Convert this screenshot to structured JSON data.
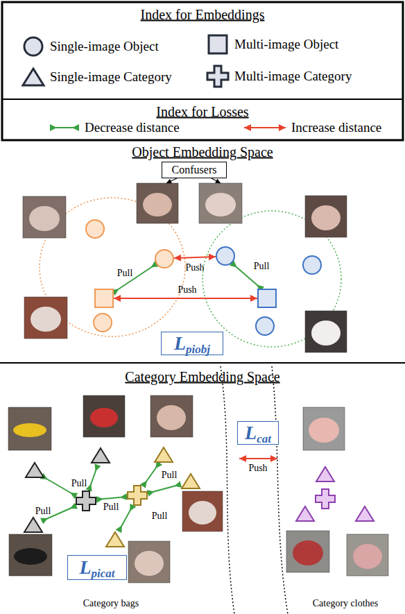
{
  "diagram": {
    "nodes": [
      {
        "text": [
          "Confusers"
        ]
      },
      {
        "text": [
          "L",
          "piobj"
        ]
      },
      {
        "text": [
          "L",
          "cat"
        ]
      },
      {
        "text": [
          "L",
          "picat"
        ]
      }
    ],
    "labels": [
      "Index for Embeddings",
      "Index for Losses",
      "Object Embedding Space",
      "Pull",
      "Push",
      "Pull",
      "Push",
      "Category Embedding Space",
      "Pull",
      "Pull",
      "Pull",
      "Pull",
      "Pull",
      "Push",
      "Category bags",
      "Category clothes"
    ],
    "legend": [
      {
        "text": "Single-image Object"
      },
      {
        "text": "Multi-image Object"
      },
      {
        "text": "Single-image Category"
      },
      {
        "text": "Multi-image Category"
      },
      {
        "text": "Decrease distance"
      },
      {
        "text": "Increase distance"
      }
    ]
  }
}
